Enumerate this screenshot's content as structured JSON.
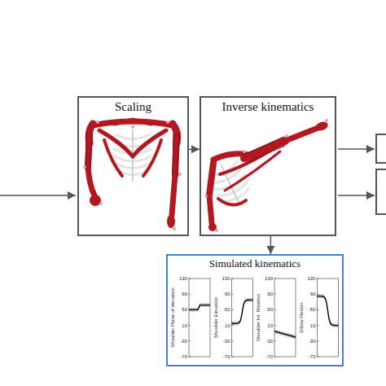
{
  "diagram": {
    "nodes": [
      {
        "text": [
          "Scaling"
        ]
      },
      {
        "text": [
          "Inverse kinematics"
        ]
      },
      {
        "text": [
          "Simulated kinematics"
        ]
      }
    ],
    "edges": [
      {
        "from": 0,
        "to": 1,
        "arrow": "to"
      },
      {
        "from": 1,
        "to": 2,
        "arrow": "to"
      }
    ],
    "labels": [
      "Shoulder Plane of elevation",
      "130",
      "90",
      "50",
      "10",
      "-30",
      "-70",
      "Shoulder Elevation",
      "130",
      "90",
      "50",
      "10",
      "-30",
      "-70",
      "Shoulder Int. Rotation",
      "130",
      "90",
      "50",
      "10",
      "-30",
      "-70",
      "Elbow Flexion",
      "130",
      "90",
      "50",
      "10",
      "-30",
      "-70"
    ]
  }
}
